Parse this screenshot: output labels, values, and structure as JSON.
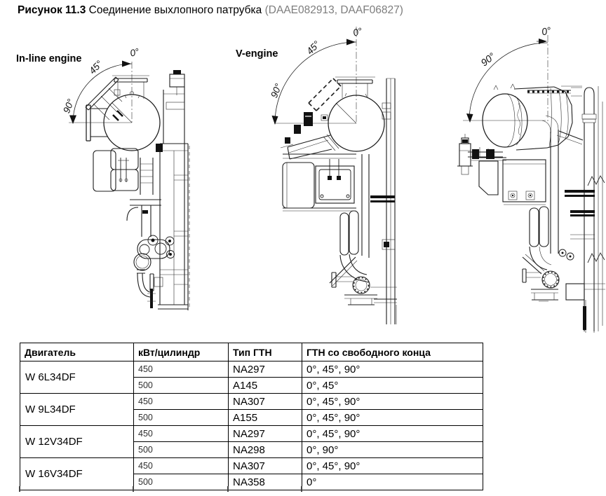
{
  "title": {
    "figure_label": "Рисунок 11.3",
    "caption": "Соединение выхлопного патрубка",
    "doc_refs": "(DAAE082913, DAAF06827)",
    "refs_color": "#7d7d7d"
  },
  "figures": [
    {
      "label": "In-line engine",
      "angle_labels": [
        "0°",
        "45°",
        "90°"
      ]
    },
    {
      "label": "V-engine",
      "angle_labels": [
        "0°",
        "45°",
        "90°"
      ]
    },
    {
      "label": "",
      "angle_labels": [
        "0°",
        "90°"
      ]
    }
  ],
  "table": {
    "headers": [
      "Двигатель",
      "кВт/цилиндр",
      "Тип ГТН",
      "ГТН со свободного конца"
    ],
    "groups": [
      {
        "engine": "W 6L34DF",
        "variants": [
          {
            "kw": "450",
            "turbo": "NA297",
            "positions": "0°, 45°, 90°"
          },
          {
            "kw": "500",
            "turbo": "A145",
            "positions": "0°, 45°"
          }
        ]
      },
      {
        "engine": "W 9L34DF",
        "variants": [
          {
            "kw": "450",
            "turbo": "NA307",
            "positions": "0°, 45°, 90°"
          },
          {
            "kw": "500",
            "turbo": "A155",
            "positions": "0°, 45°, 90°"
          }
        ]
      },
      {
        "engine": "W 12V34DF",
        "variants": [
          {
            "kw": "450",
            "turbo": "NA297",
            "positions": "0°, 45°, 90°"
          },
          {
            "kw": "500",
            "turbo": "NA298",
            "positions": "0°, 90°"
          }
        ]
      },
      {
        "engine": "W 16V34DF",
        "variants": [
          {
            "kw": "450",
            "turbo": "NA307",
            "positions": "0°, 45°, 90°"
          },
          {
            "kw": "500",
            "turbo": "NA358",
            "positions": "0°"
          }
        ]
      }
    ]
  }
}
